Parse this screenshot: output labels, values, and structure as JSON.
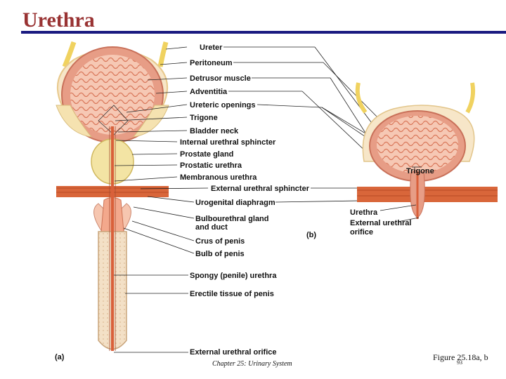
{
  "header": {
    "title": "Urethra"
  },
  "figure": {
    "panel_a": "(a)",
    "panel_b": "(b)",
    "labels_a": [
      "Ureter",
      "Peritoneum",
      "Detrusor muscle",
      "Adventitia",
      "Ureteric openings",
      "Trigone",
      "Bladder neck",
      "Internal urethral sphincter",
      "Prostate gland",
      "Prostatic urethra",
      "Membranous urethra",
      "External urethral sphincter",
      "Urogenital diaphragm",
      "Bulbourethral gland",
      "and duct",
      "Crus of penis",
      "Bulb of penis",
      "Spongy (penile) urethra",
      "Erectile tissue of penis",
      "External urethral orifice"
    ],
    "labels_b": [
      "Trigone",
      "Urethra",
      "External urethral",
      "orifice"
    ]
  },
  "footer": {
    "chapter": "Chapter 25: Urinary System",
    "figure_ref": "Figure 25.18a, b",
    "page": "93"
  },
  "colors": {
    "title": "#993333",
    "rule": "#1a1a80",
    "bladder_wall": "#e8a890",
    "bladder_interior": "#f3c4b0",
    "muscle_band": "#d9663a",
    "penis_tissue": "#f2dcc0",
    "urethra": "#d9603a"
  }
}
